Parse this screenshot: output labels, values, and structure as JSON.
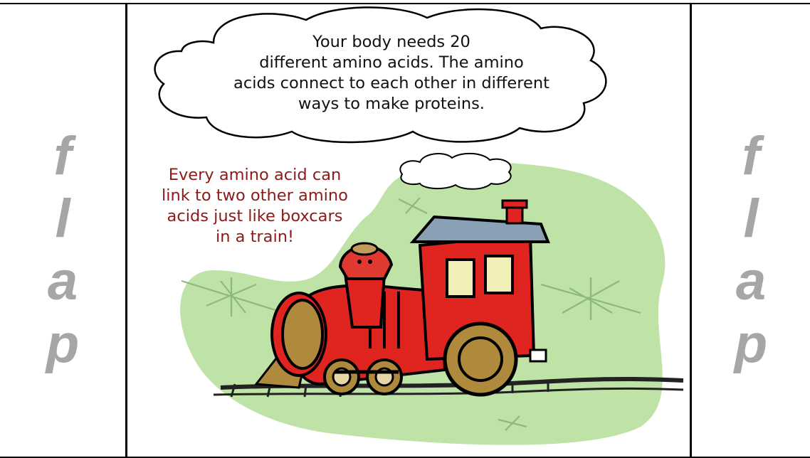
{
  "flaps": {
    "left": [
      "f",
      "l",
      "a",
      "p"
    ],
    "right": [
      "f",
      "l",
      "a",
      "p"
    ]
  },
  "thought_bubble": {
    "lines": [
      "Your body needs 20",
      "different amino acids. The amino",
      "acids connect to each other in different",
      "ways to make proteins."
    ]
  },
  "side_note": {
    "lines": [
      "Every amino acid can",
      "link to two other amino",
      "acids just like boxcars",
      "in a train!"
    ]
  },
  "colors": {
    "flap_letters": "#a6a6a6",
    "side_note_text": "#8b1a1a",
    "hill_green": "#b9e0a0",
    "train_red": "#e02420",
    "roof_gray": "#8aa0b4",
    "wheel_tan": "#b08a3c",
    "window_cream": "#f3efb8"
  },
  "icons": {
    "illustration": "train-clipart",
    "bubble": "thought-cloud"
  }
}
